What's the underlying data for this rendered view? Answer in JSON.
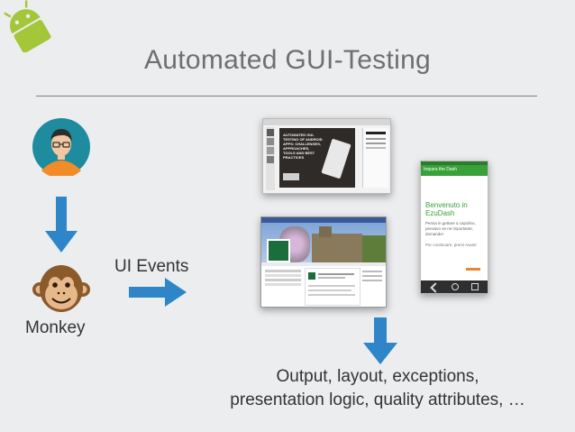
{
  "slide": {
    "title": "Automated GUI-Testing",
    "monkey_label": "Monkey",
    "ui_events_label": "UI Events",
    "output_line1": "Output, layout, exceptions,",
    "output_line2": "presentation logic, quality attributes, …"
  },
  "screenshots": {
    "presentation_app": {
      "slide_text": "AUTOMATED GUI-TESTING OF ANDROID APPS: CHALLENGES, APPROACHES, TOOLS AND BEST PRACTICES"
    },
    "mobile_app": {
      "app_title": "Impara the Dash",
      "welcome_text": "Benvenuto in EzuDash",
      "body_text": "Pensa in gettare a capolino, pensavo se ne importante, domande!",
      "footer_text": "Per continuare, premi Avanti"
    }
  },
  "colors": {
    "background": "#ecedef",
    "arrow": "#2e86c8",
    "title": "#6f6f6f",
    "android_green": "#a4c639"
  }
}
